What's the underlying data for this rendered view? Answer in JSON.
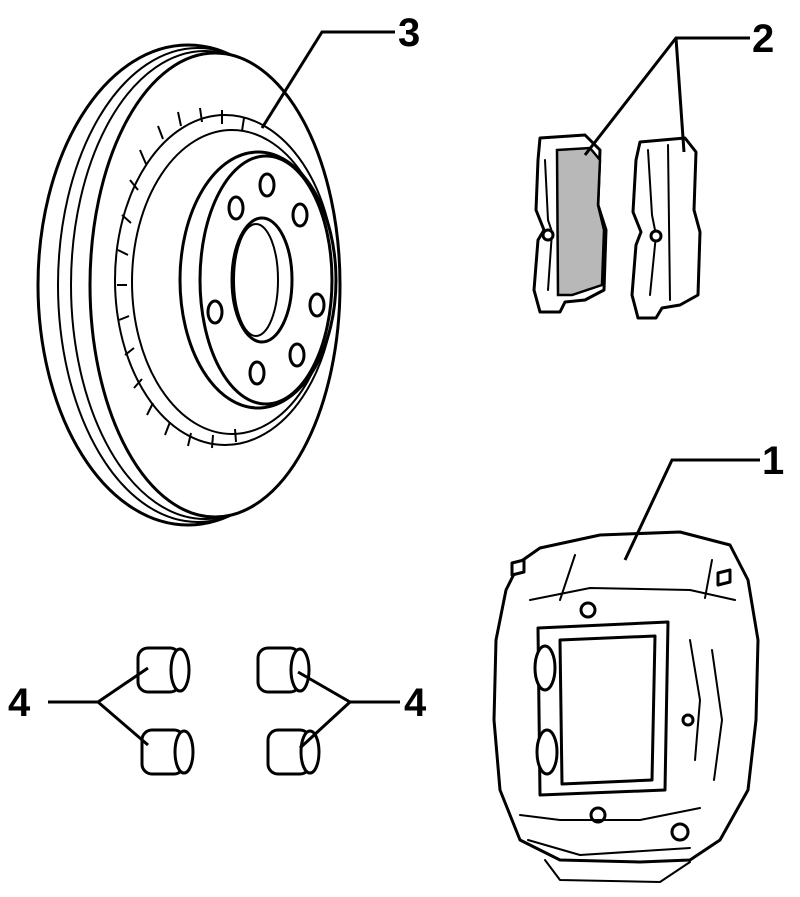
{
  "callouts": {
    "caliper": "1",
    "pads": "2",
    "disc": "3",
    "guide_sleeves_left": "4",
    "guide_sleeves_right": "4"
  },
  "colors": {
    "ink": "#000000",
    "background": "#ffffff",
    "pad_friction": "#b8b8b8"
  }
}
